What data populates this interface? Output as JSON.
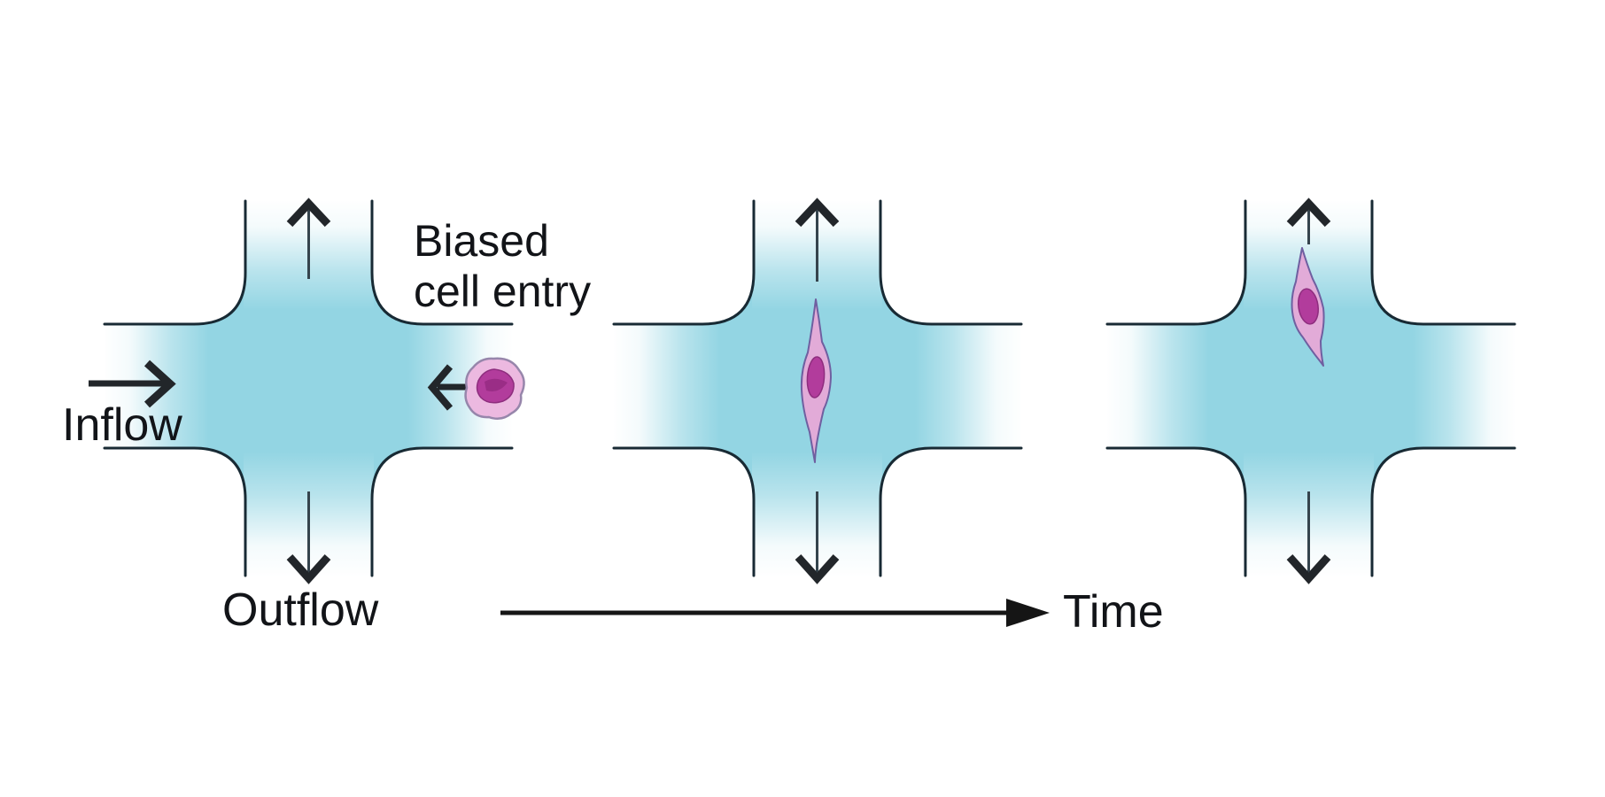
{
  "figure": {
    "labels": {
      "inflow": "Inflow",
      "outflow": "Outflow",
      "biased_line1": "Biased",
      "biased_line2": "cell entry",
      "time": "Time"
    },
    "colors": {
      "background": "#ffffff",
      "channel_fill": "#93d5e3",
      "wall_line": "#182a34",
      "arrow": "#22262a",
      "text": "#121418",
      "cell_membrane": "#ecb9e0",
      "cell_membrane_spindle": "#e2abd8",
      "cell_outline": "#6f5fa0",
      "cell_nucleus": "#b23c9c"
    },
    "panels": [
      {
        "stage": "1",
        "cell": "round-cell-entering-side-channel-against-flow"
      },
      {
        "stage": "2",
        "cell": "elongated-cell-stretched-across-junction"
      },
      {
        "stage": "3",
        "cell": "elongated-cell-migrated-into-upper-channel"
      }
    ]
  }
}
